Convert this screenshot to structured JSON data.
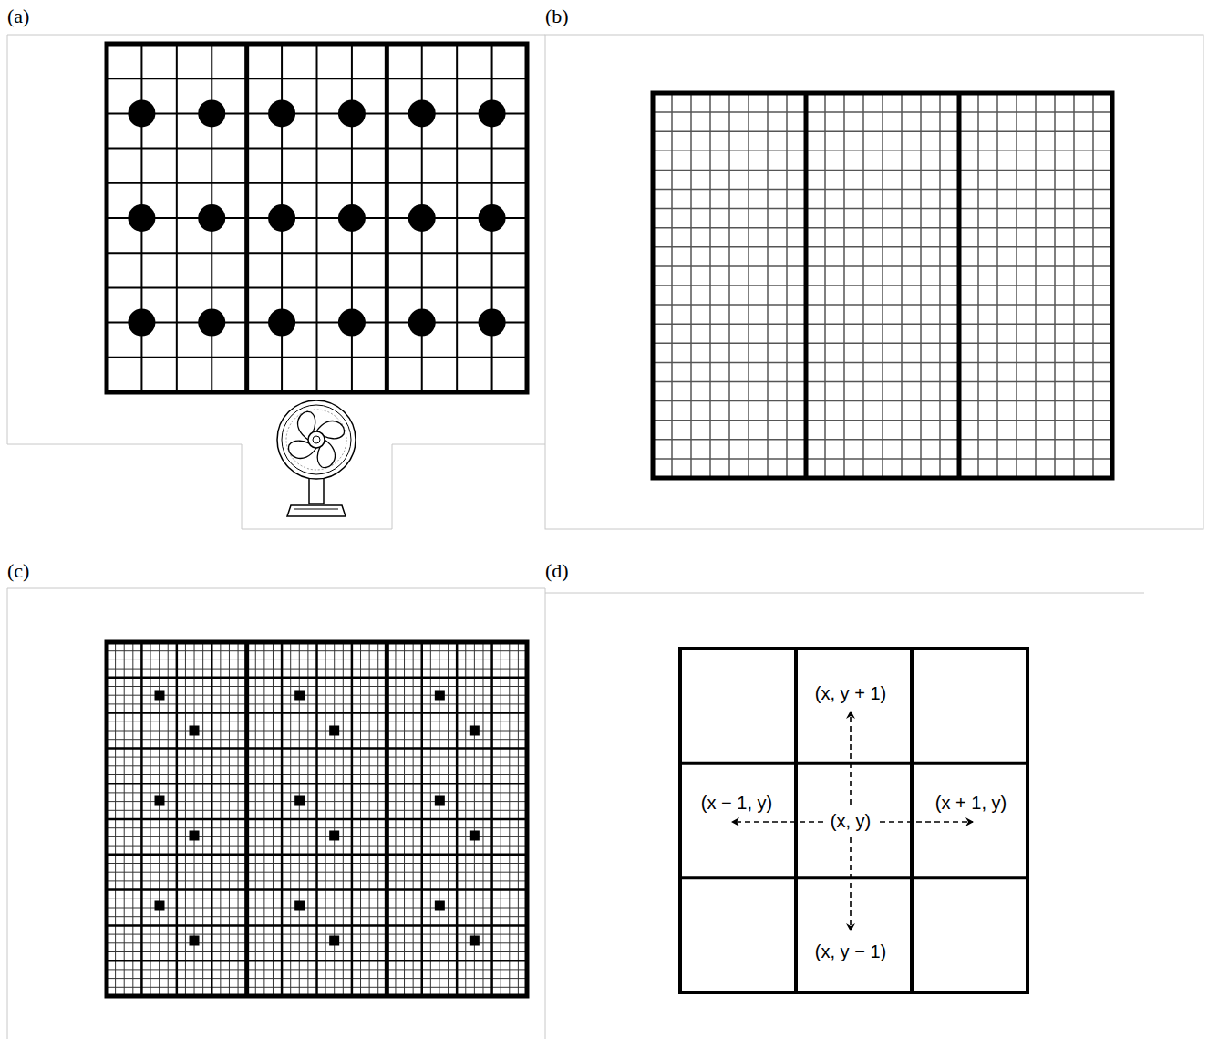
{
  "diagram": {
    "labels": [
      "(a)",
      "(b)",
      "(c)",
      "(d)",
      "(x, y + 1)",
      "(x − 1, y)",
      "(x, y)",
      "(x + 1, y)",
      "(x, y − 1)"
    ]
  }
}
